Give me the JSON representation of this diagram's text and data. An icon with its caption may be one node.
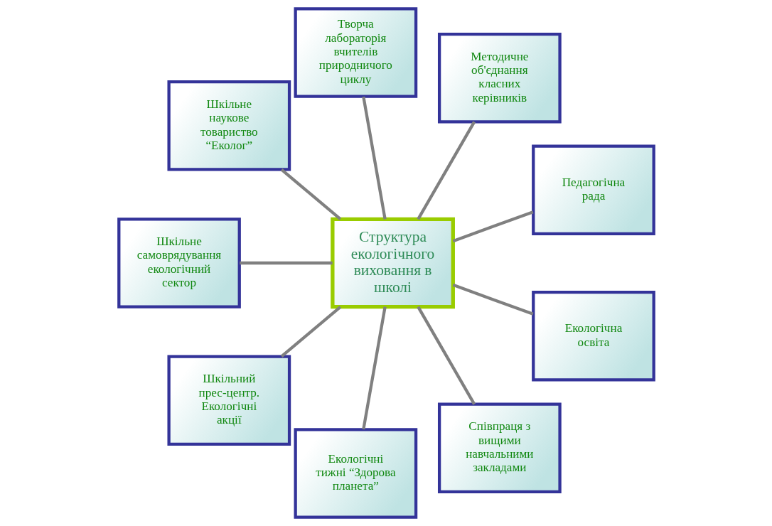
{
  "diagram": {
    "nodes": [
      {
        "text": [
          "Структура екологічного виховання в школі"
        ]
      },
      {
        "text": [
          "Педагогічна рада"
        ]
      },
      {
        "text": [
          "Методичне об'єднання класних керівників"
        ]
      },
      {
        "text": [
          "Творча лабораторія вчителів природничого циклу"
        ]
      },
      {
        "text": [
          "Шкільне наукове товариство “Еколог”"
        ]
      },
      {
        "text": [
          "Шкільне самоврядування екологічний сектор"
        ]
      },
      {
        "text": [
          "Шкільний прес-центр. Екологічні акції"
        ]
      },
      {
        "text": [
          "Екологічні тижні “Здорова планета”"
        ]
      },
      {
        "text": [
          "Співпраця з вищими навчальними закладами"
        ]
      },
      {
        "text": [
          "Екологічна освіта"
        ]
      }
    ],
    "edges": [
      {
        "from": 0,
        "to": 1,
        "arrow": "none"
      },
      {
        "from": 0,
        "to": 2,
        "arrow": "none"
      },
      {
        "from": 0,
        "to": 3,
        "arrow": "none"
      },
      {
        "from": 0,
        "to": 4,
        "arrow": "none"
      },
      {
        "from": 0,
        "to": 5,
        "arrow": "none"
      },
      {
        "from": 0,
        "to": 6,
        "arrow": "none"
      },
      {
        "from": 0,
        "to": 7,
        "arrow": "none"
      },
      {
        "from": 0,
        "to": 8,
        "arrow": "none"
      },
      {
        "from": 0,
        "to": 9,
        "arrow": "none"
      }
    ]
  }
}
